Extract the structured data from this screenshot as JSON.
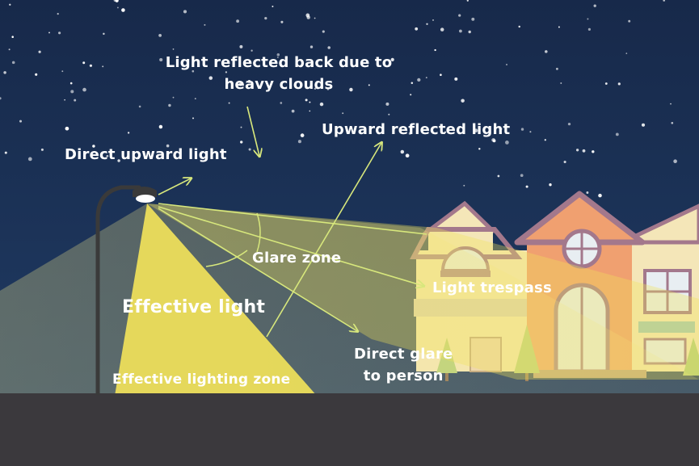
{
  "colors": {
    "sky": "#1b3258",
    "ground": "#3b393d",
    "beam": "#f1e25a",
    "arrow": "#d7e77c",
    "house_orange": "#f0a070",
    "house_cream": "#f4e6b8",
    "roof": "#a3788c",
    "tree": "#b6cf7b",
    "label": "#ffffff"
  },
  "labels": {
    "clouds_line1": "Light reflected back due to",
    "clouds_line2": "heavy clouds",
    "upward_reflected": "Upward reflected light",
    "direct_upward": "Direct upward light",
    "glare_zone": "Glare zone",
    "light_trespass": "Light trespass",
    "effective_light": "Effective light",
    "direct_glare_line1": "Direct glare",
    "direct_glare_line2": "to person",
    "effective_zone": "Effective lighting zone"
  },
  "icons": {
    "street_lamp": "street-lamp-icon",
    "house": "house-icon",
    "tree": "tree-icon",
    "stars": "star-icon"
  }
}
